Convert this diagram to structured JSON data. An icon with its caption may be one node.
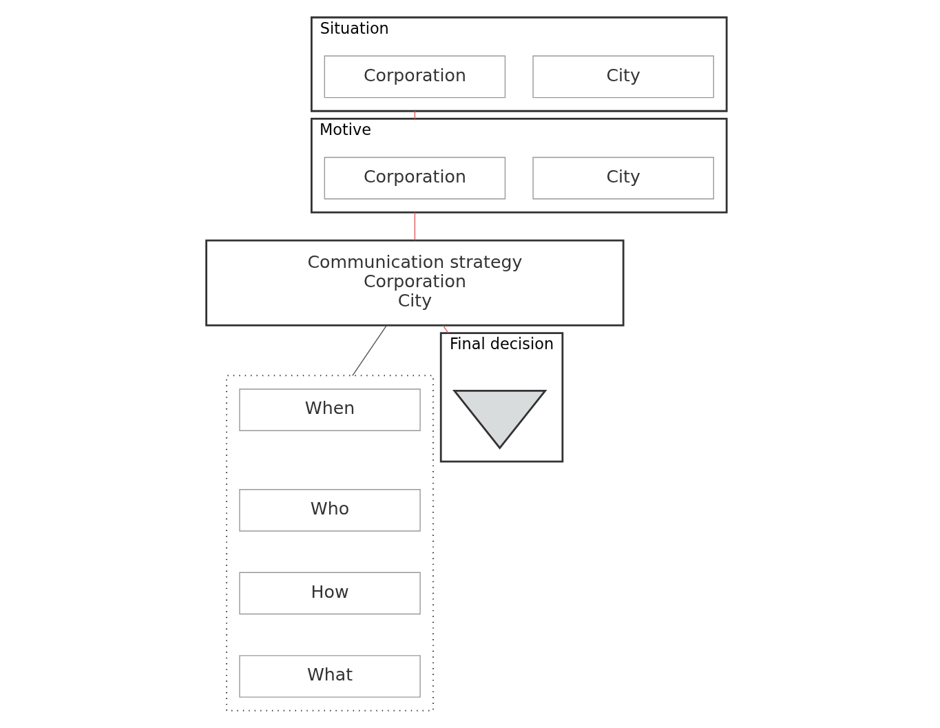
{
  "diagram": {
    "nodes": [
      {
        "text": [
          "Situation"
        ]
      },
      {
        "text": [
          "Corporation"
        ],
        "in": 0
      },
      {
        "text": [
          "City"
        ],
        "in": 0
      },
      {
        "text": [
          "Motive"
        ]
      },
      {
        "text": [
          "Corporation"
        ],
        "in": 3
      },
      {
        "text": [
          "City"
        ],
        "in": 3
      },
      {
        "text": [
          "Communication strategy",
          "Corporation",
          "City"
        ]
      },
      {
        "text": [],
        "shape": "box"
      },
      {
        "text": [
          "When"
        ],
        "in": 7
      },
      {
        "text": [
          "Who"
        ],
        "in": 7
      },
      {
        "text": [
          "How"
        ],
        "in": 7
      },
      {
        "text": [
          "What"
        ],
        "in": 7
      },
      {
        "text": [
          "Final decision"
        ]
      },
      {
        "text": [],
        "shape": "triangle",
        "in": 12
      }
    ],
    "edges": [
      {
        "from": 0,
        "to": 3,
        "arrow": "none"
      },
      {
        "from": 3,
        "to": 6,
        "arrow": "none"
      },
      {
        "from": 6,
        "to": 12,
        "arrow": "none"
      },
      {
        "from": 6,
        "to": 7,
        "arrow": "none",
        "color": "#555555"
      }
    ]
  }
}
